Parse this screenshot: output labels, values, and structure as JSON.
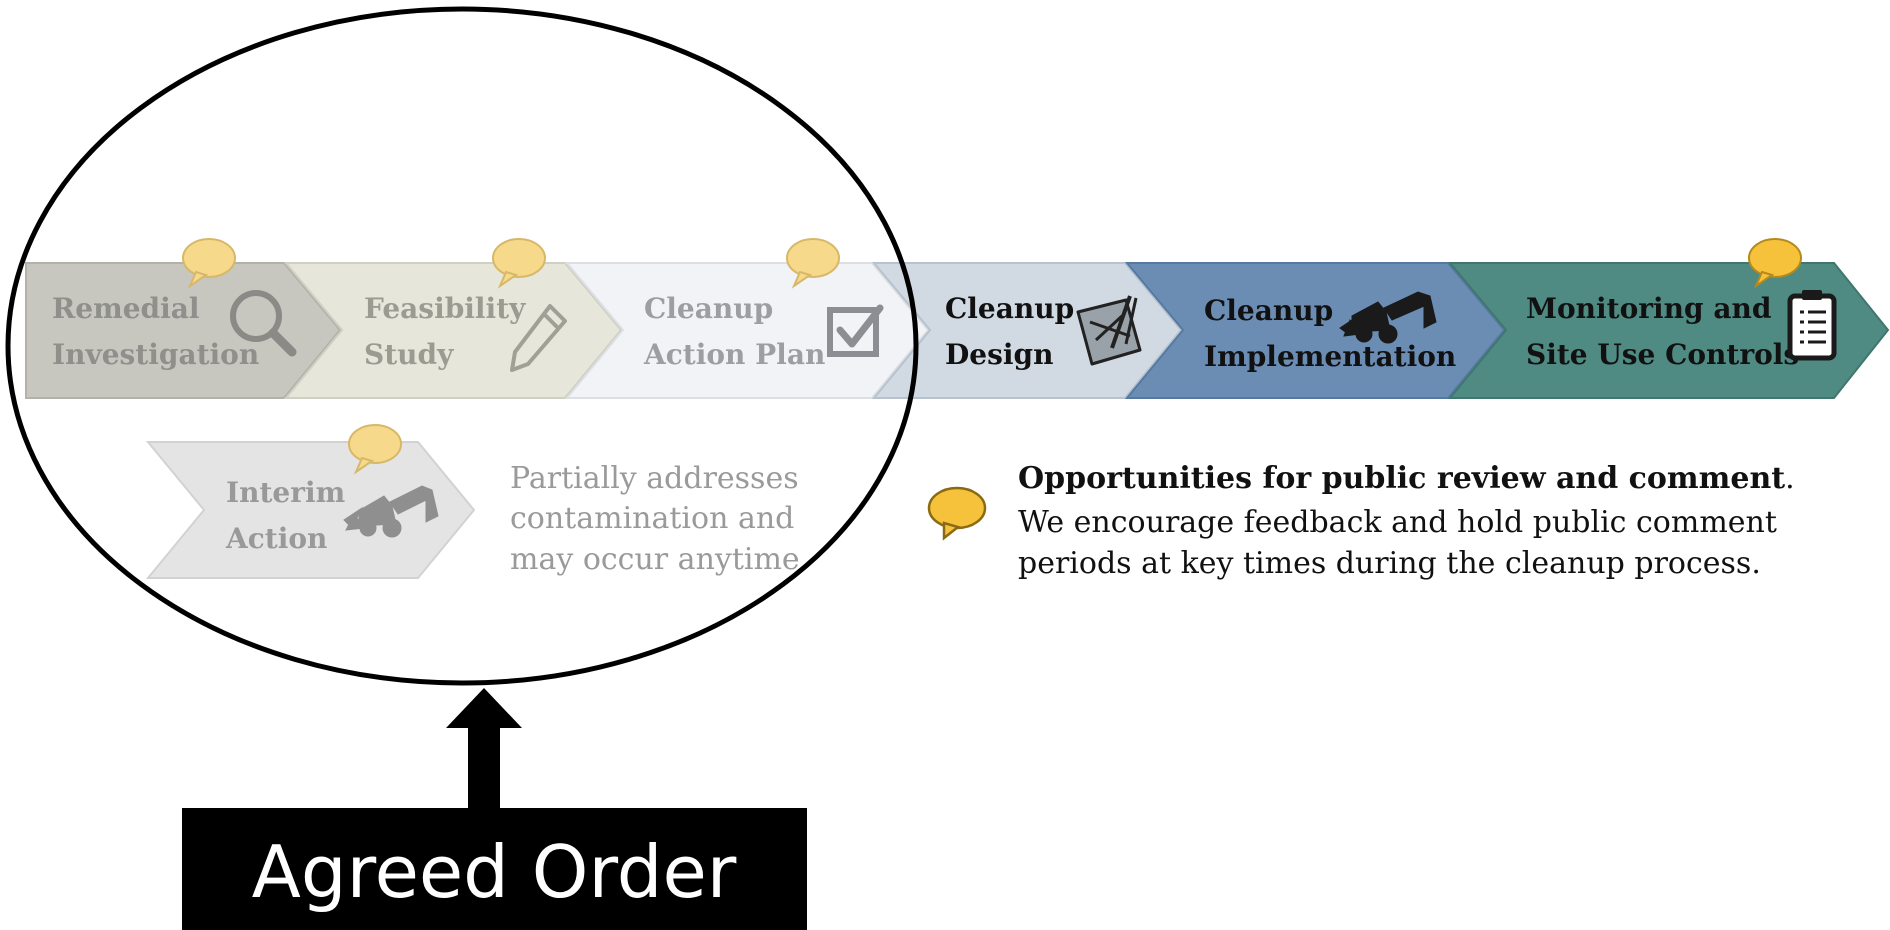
{
  "steps": [
    {
      "id": "remedial-investigation",
      "lines": [
        "Remedial",
        "Investigation"
      ],
      "fill": "#c7c6bf",
      "text_color": "#8f8f8c",
      "icon": "magnifier-icon",
      "comment_bubble": true
    },
    {
      "id": "feasibility-study",
      "lines": [
        "Feasibility",
        "Study"
      ],
      "fill": "#e6e6da",
      "text_color": "#9b9b92",
      "icon": "pencil-icon",
      "comment_bubble": true
    },
    {
      "id": "cleanup-action-plan",
      "lines": [
        "Cleanup",
        "Action Plan"
      ],
      "fill": "#f1f3f6",
      "text_color": "#9c9ea3",
      "icon": "checkbox-icon",
      "comment_bubble": true
    },
    {
      "id": "cleanup-design",
      "lines": [
        "Cleanup",
        "Design"
      ],
      "fill": "#d1d9e2",
      "text_color": "#111111",
      "icon": "blueprint-icon",
      "comment_bubble": false
    },
    {
      "id": "cleanup-implementation",
      "lines": [
        "Cleanup",
        "Implementation"
      ],
      "fill": "#6b8db4",
      "text_color": "#111111",
      "icon": "backhoe-icon",
      "comment_bubble": false
    },
    {
      "id": "monitoring-site-use",
      "lines": [
        "Monitoring and",
        "Site Use Controls"
      ],
      "fill": "#4f8a83",
      "text_color": "#111111",
      "icon": "clipboard-icon",
      "comment_bubble": true
    }
  ],
  "interim": {
    "lines": [
      "Interim",
      "Action"
    ],
    "fill": "#e4e4e4",
    "text_color": "#999999",
    "icon": "backhoe-icon",
    "comment_bubble": true,
    "note_lines": [
      "Partially addresses",
      "contamination and",
      "may occur anytime."
    ]
  },
  "legend": {
    "bold_text": "Opportunities for public review and comment",
    "bold_suffix": ".",
    "lines": [
      "We encourage feedback and hold public comment",
      "periods at key times during the cleanup process."
    ]
  },
  "callout": {
    "label": "Agreed Order"
  },
  "colors": {
    "bubble": "#f7c23b",
    "bubble_stroke": "#b58a1c",
    "bubble_faded": "#f6d98a",
    "bubble_faded_stroke": "#d7b868",
    "ellipse_stroke": "#000000",
    "callout_bg": "#000000",
    "callout_text": "#ffffff"
  }
}
